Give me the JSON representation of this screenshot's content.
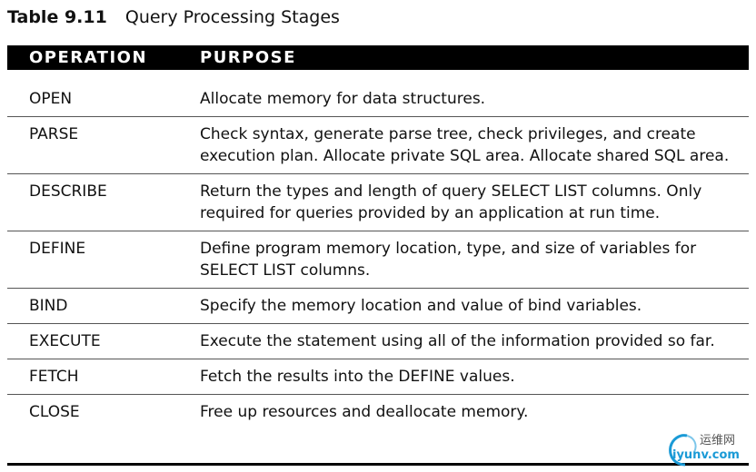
{
  "caption": {
    "label": "Table 9.11",
    "title": "Query Processing Stages"
  },
  "header": {
    "col1": "OPERATION",
    "col2": "PURPOSE"
  },
  "rows": [
    {
      "operation": "OPEN",
      "purpose": "Allocate memory for data structures."
    },
    {
      "operation": "PARSE",
      "purpose": "Check syntax, generate parse tree, check privileges, and create execution plan. Allocate private SQL area. Allocate shared SQL area."
    },
    {
      "operation": "DESCRIBE",
      "purpose": "Return the types and length of query SELECT LIST columns. Only required for queries provided by an application at run time."
    },
    {
      "operation": "DEFINE",
      "purpose": "Define program memory location, type, and size of variables for SELECT LIST columns."
    },
    {
      "operation": "BIND",
      "purpose": "Specify the memory location and value of bind variables."
    },
    {
      "operation": "EXECUTE",
      "purpose": "Execute the statement using all of the information provided so far."
    },
    {
      "operation": "FETCH",
      "purpose": "Fetch the results into the DEFINE values."
    },
    {
      "operation": "CLOSE",
      "purpose": "Free up resources and deallocate memory."
    }
  ],
  "watermark": {
    "top_text": "运维网",
    "bottom_text": "iyunv.com",
    "icon": "swirl-logo-icon",
    "color": "#1a9ad6"
  }
}
